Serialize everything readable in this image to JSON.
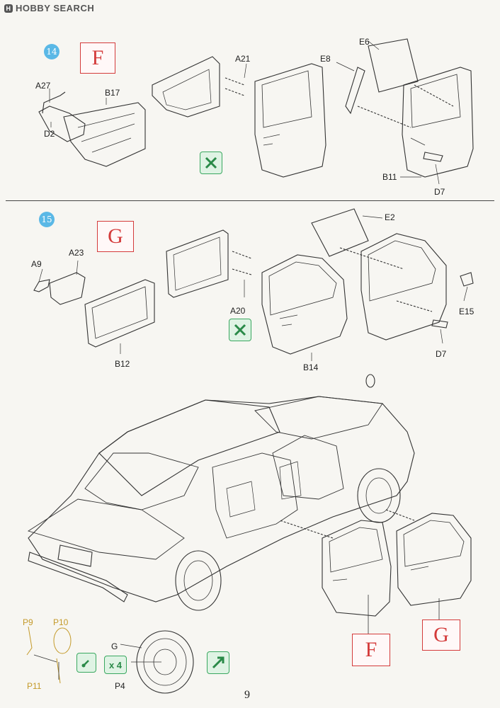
{
  "watermark": {
    "logo": "H",
    "text": "HOBBY SEARCH"
  },
  "steps": [
    {
      "number": "14",
      "assembly": "F",
      "labels": {
        "a27": "A27",
        "b17": "B17",
        "d2": "D2",
        "a21": "A21",
        "e6": "E6",
        "e8": "E8",
        "b11": "B11",
        "d7": "D7"
      }
    },
    {
      "number": "15",
      "assembly": "G",
      "labels": {
        "a9": "A9",
        "a23": "A23",
        "b12": "B12",
        "a20": "A20",
        "b14": "B14",
        "e2": "E2",
        "e15": "E15",
        "d7": "D7"
      }
    }
  ],
  "final": {
    "door_f": "F",
    "door_g": "G",
    "wheel": {
      "g": "G",
      "p4": "P4",
      "p9": "P9",
      "p10": "P10",
      "p11": "P11",
      "qty": "x 4"
    }
  },
  "page_number": "9",
  "icons": {
    "glue": "cement-no-icon",
    "paint": "paint-icon",
    "assemble": "assemble-arrow-icon"
  },
  "colors": {
    "step_circle": "#5ab8e6",
    "assembly_box": "#d43b3b",
    "icon_green": "#3aa860",
    "part_yellow": "#c49a2a"
  }
}
